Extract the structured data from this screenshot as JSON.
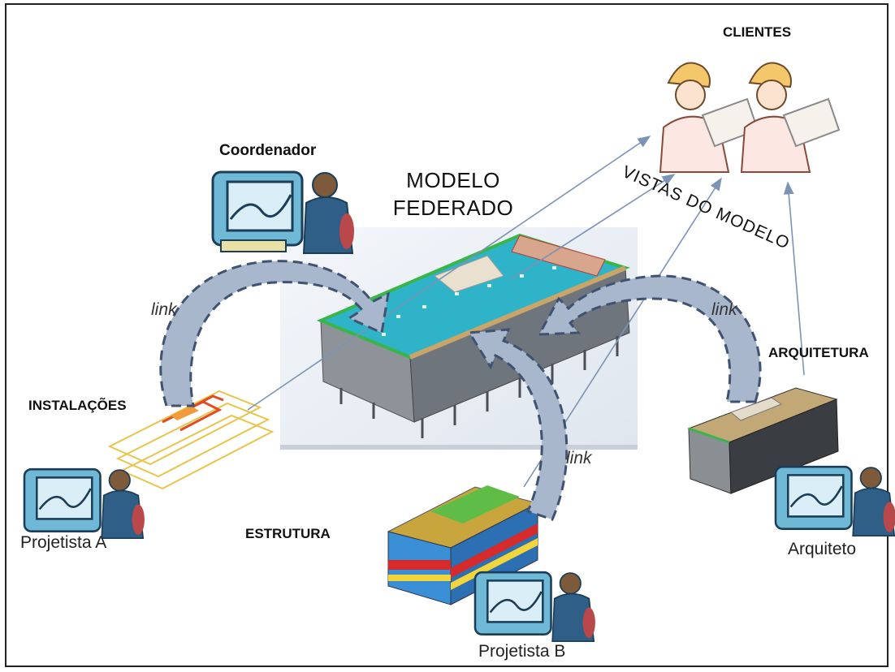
{
  "diagram": {
    "title_line1": "MODELO",
    "title_line2": "FEDERADO",
    "clients_label": "CLIENTES",
    "views_label": "VISTAS DO MODELO",
    "coordinator_label": "Coordenador",
    "installations_label": "INSTALAÇÕES",
    "structure_label": "ESTRUTURA",
    "architecture_label": "ARQUITETURA",
    "designer_a_label": "Projetista A",
    "designer_b_label": "Projetista B",
    "architect_label": "Arquiteto",
    "link_left": "link",
    "link_right": "link",
    "link_bottom": "link"
  },
  "colors": {
    "arrow_fill": "#a9b7cc",
    "arrow_dash": "#3f5272",
    "view_lines": "#7d93b5",
    "roof_cyan": "#2fb3c8",
    "facade_gray": "#8e939a",
    "green_edge": "#39b54a"
  },
  "icons": [
    "computer-worker-icon",
    "engineer-client-icon"
  ]
}
